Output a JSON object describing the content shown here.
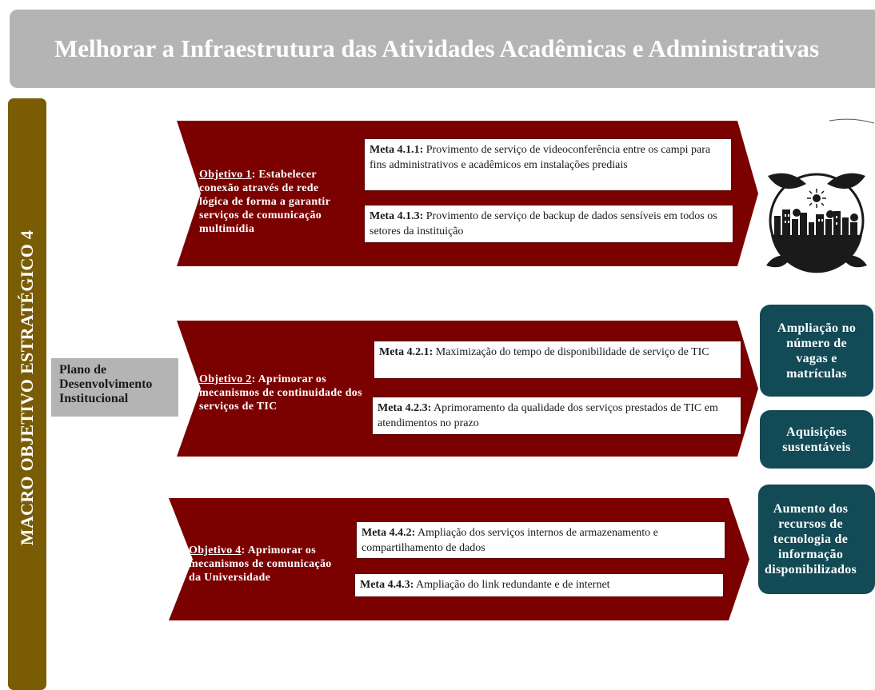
{
  "header": {
    "title": "Melhorar a Infraestrutura das Atividades Acadêmicas e Administrativas"
  },
  "sidebar": {
    "label": "MACRO OBJETIVO ESTRATÉGICO 4"
  },
  "pdi": {
    "label": "Plano de\nDesenvolvimento\nInstitucional"
  },
  "objectives": [
    {
      "prefix": "Objetivo 1",
      "text": ": Estabelecer conexão através de rede lógica de forma a garantir serviços de comunicação multimídia",
      "metas": [
        {
          "code": "Meta 4.1.1:",
          "text": " Provimento de serviço de videoconferência entre os campi para fins administrativos e acadêmicos em instalações prediais"
        },
        {
          "code": "Meta 4.1.3:",
          "text": " Provimento de serviço de backup de dados sensíveis em todos os setores da instituição"
        }
      ]
    },
    {
      "prefix": "Objetivo 2",
      "text": ": Aprimorar os mecanismos de continuidade dos serviços de TIC",
      "metas": [
        {
          "code": "Meta 4.2.1:",
          "text": " Maximização do tempo de disponibilidade de serviço de TIC"
        },
        {
          "code": "Meta 4.2.3:",
          "text": " Aprimoramento da qualidade dos serviços prestados de TIC em atendimentos no prazo"
        }
      ]
    },
    {
      "prefix": "Objetivo 4",
      "text": ": Aprimorar os mecanismos de comunicação da Universidade",
      "metas": [
        {
          "code": "Meta 4.4.2:",
          "text": " Ampliação dos serviços internos de armazenamento e compartilhamento de dados"
        },
        {
          "code": "Meta 4.4.3:",
          "text": " Ampliação do link redundante e de internet"
        }
      ]
    }
  ],
  "results": [
    {
      "label": "Ampliação no\nnúmero de\nvagas e\nmatrículas"
    },
    {
      "label": "Aquisições\nsustentáveis"
    },
    {
      "label": "Aumento dos\nrecursos de\ntecnologia de\ninformação\ndisponibilizados"
    }
  ],
  "colors": {
    "header_bg": "#b4b4b4",
    "sidebar_bg": "#7a5c05",
    "arrow_bg": "#7b0000",
    "result_bg": "#124a55",
    "pdi_bg": "#b4b4b4"
  },
  "icons": {
    "logo": "sustainable-city-icon"
  }
}
